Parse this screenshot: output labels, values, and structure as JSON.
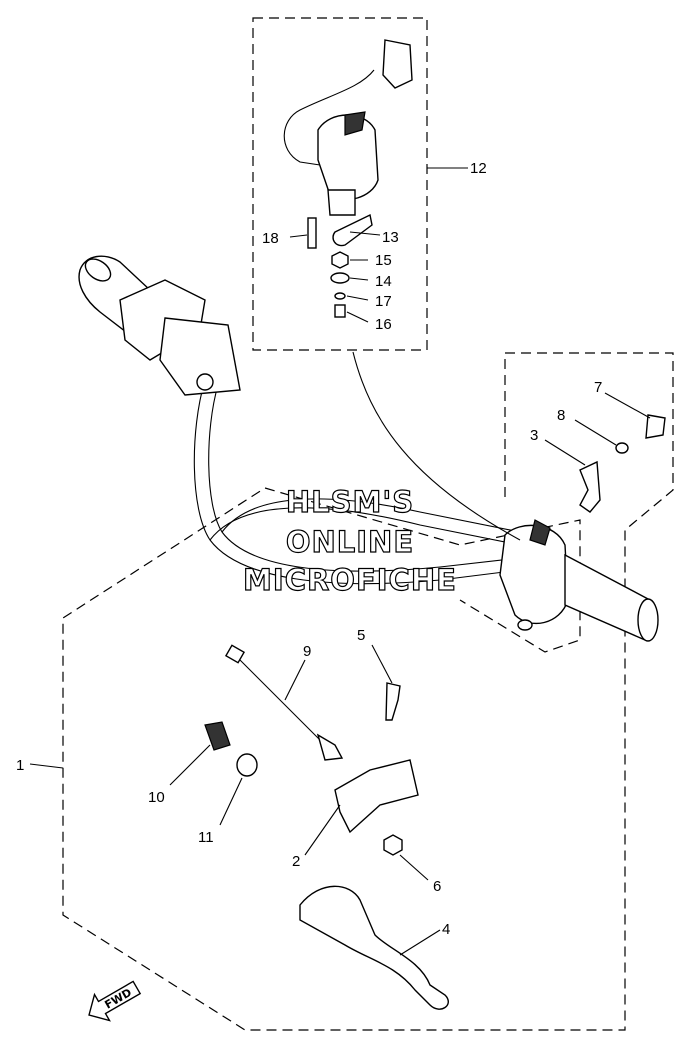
{
  "watermark": {
    "line1": "HLSM'S",
    "line2": "ONLINE",
    "line3": "MICROFICHE"
  },
  "direction_marker": "FWD",
  "callouts": [
    {
      "id": "c1",
      "text": "1"
    },
    {
      "id": "c2",
      "text": "2"
    },
    {
      "id": "c3",
      "text": "3"
    },
    {
      "id": "c4",
      "text": "4"
    },
    {
      "id": "c5",
      "text": "5"
    },
    {
      "id": "c6",
      "text": "6"
    },
    {
      "id": "c7",
      "text": "7"
    },
    {
      "id": "c8",
      "text": "8"
    },
    {
      "id": "c9",
      "text": "9"
    },
    {
      "id": "c10",
      "text": "10"
    },
    {
      "id": "c11",
      "text": "11"
    },
    {
      "id": "c12",
      "text": "12"
    },
    {
      "id": "c13",
      "text": "13"
    },
    {
      "id": "c14",
      "text": "14"
    },
    {
      "id": "c15",
      "text": "15"
    },
    {
      "id": "c16",
      "text": "16"
    },
    {
      "id": "c17",
      "text": "17"
    },
    {
      "id": "c18",
      "text": "18"
    }
  ]
}
